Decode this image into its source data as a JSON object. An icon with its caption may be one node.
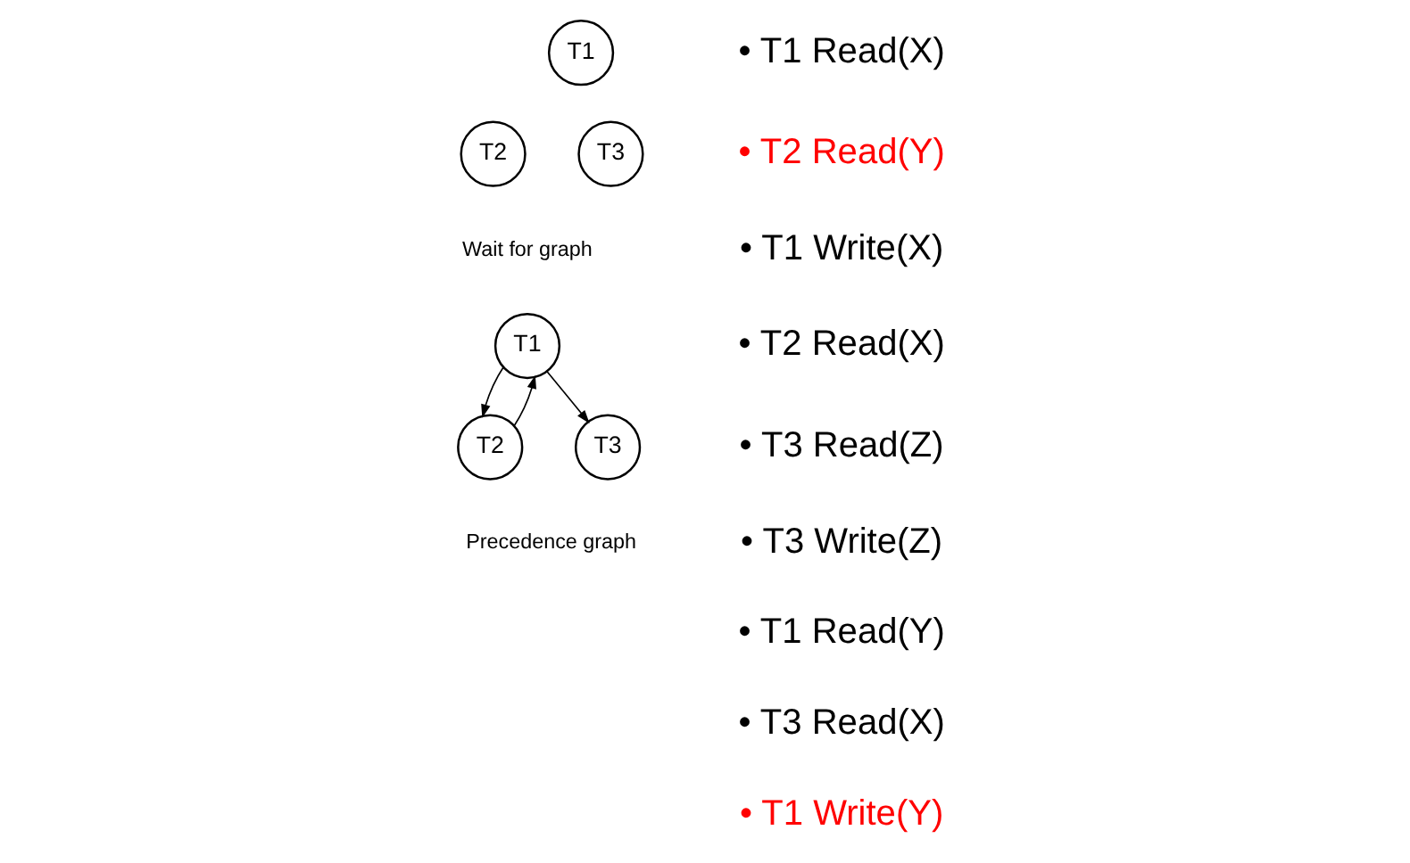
{
  "diagram": {
    "nodes": [
      {
        "text": [
          "T1"
        ]
      },
      {
        "text": [
          "T2"
        ]
      },
      {
        "text": [
          "T3"
        ]
      },
      {
        "text": [
          "T1"
        ]
      },
      {
        "text": [
          "T2"
        ]
      },
      {
        "text": [
          "T3"
        ]
      }
    ],
    "edges": [
      {
        "from": 3,
        "to": 4,
        "arrow": "to"
      },
      {
        "from": 4,
        "to": 3,
        "arrow": "to"
      },
      {
        "from": 3,
        "to": 5,
        "arrow": "to"
      }
    ],
    "labels": [
      "• T1 Read(X)",
      "• T2 Read(Y)",
      "• T1 Write(X)",
      "• T2 Read(X)",
      "• T3 Read(Z)",
      "• T3 Write(Z)",
      "• T1 Read(Y)",
      "• T3 Read(X)",
      "• T1 Write(Y)",
      "Wait for graph",
      "Precedence graph"
    ]
  }
}
